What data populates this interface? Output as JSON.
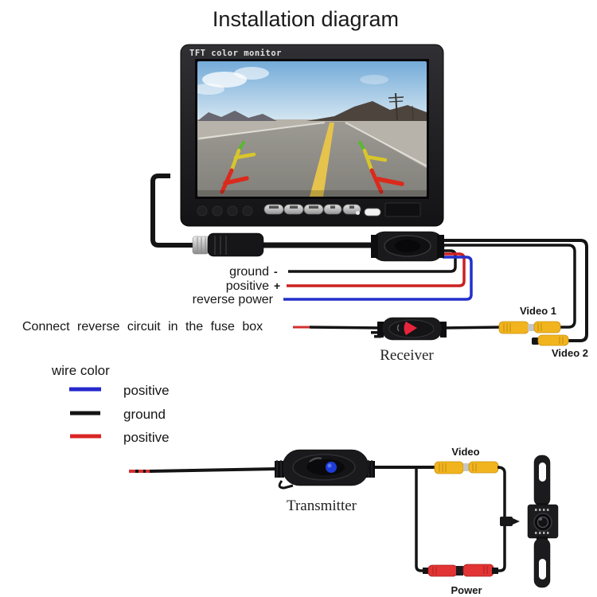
{
  "title": "Installation diagram",
  "monitor": {
    "screen_label": "TFT color monitor"
  },
  "monitor_wires": {
    "ground": "ground",
    "ground_sign": "-",
    "positive": "positive",
    "positive_sign": "+",
    "reverse_power": "reverse power"
  },
  "instruction": "Connect reverse circuit in the fuse box",
  "legend": {
    "heading": "wire color",
    "items": [
      {
        "label": "positive",
        "color": "#2428cc"
      },
      {
        "label": "ground",
        "color": "#141414"
      },
      {
        "label": "positive",
        "color": "#da2424"
      }
    ]
  },
  "devices": {
    "receiver": "Receiver",
    "transmitter": "Transmitter"
  },
  "connector_labels": {
    "video1": "Video 1",
    "video2": "Video 2",
    "video": "Video",
    "power": "Power"
  },
  "colors": {
    "label_red": "#e02a2a",
    "rca_yellow": "#f2b41e",
    "power_red": "#e23434",
    "wire_black": "#141414",
    "wire_red": "#cc2020",
    "wire_blue": "#2330cc"
  }
}
